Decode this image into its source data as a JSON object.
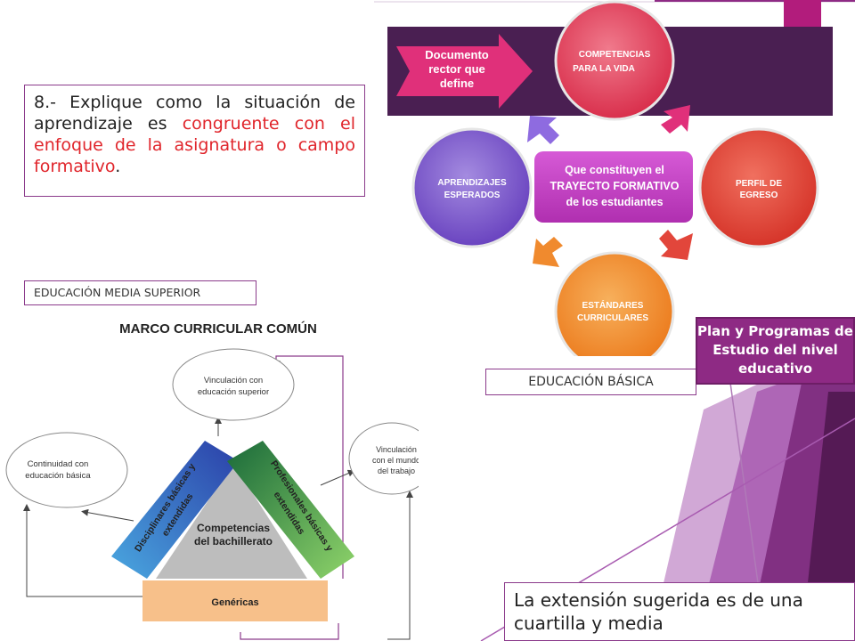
{
  "question": {
    "part1": "8.- Explique como la situación de aprendizaje es ",
    "highlight": "congruente con el enfoque de la asignatura o campo formativo",
    "part2": "."
  },
  "labels": {
    "ems": "EDUCACIÓN  MEDIA SUPERIOR",
    "eb": "EDUCACIÓN  BÁSICA",
    "plan": "Plan y Programas de Estudio del nivel educativo",
    "extension": "La extensión sugerida es de una cuartilla y media"
  },
  "basic_diagram": {
    "arrow_label": [
      "Documento",
      "rector que",
      "define"
    ],
    "competencias": [
      "COMPETENCIAS",
      "PARA LA VIDA"
    ],
    "perfil": [
      "PERFIL DE",
      "EGRESO"
    ],
    "estandares": [
      "ESTÁNDARES",
      "CURRICULARES"
    ],
    "aprendizajes": [
      "APRENDIZAJES",
      "ESPERADOS"
    ],
    "center": [
      "Que constituyen el",
      "TRAYECTO FORMATIVO",
      "de los estudiantes"
    ]
  },
  "mcc_diagram": {
    "title": "MARCO CURRICULAR COMÚN",
    "vinc_sup": [
      "Vinculación con",
      "educación superior"
    ],
    "continuidad": [
      "Continuidad con",
      "educación básica"
    ],
    "vinc_trabajo": [
      "Vinculación",
      "con el mundo",
      "del trabajo"
    ],
    "disciplinares": [
      "Disciplinares básicas y",
      "extendidas"
    ],
    "profesionales": [
      "Profesionales básicas y",
      "extendidas"
    ],
    "competencias": [
      "Competencias",
      "del bachillerato"
    ],
    "genericas": "Genéricas"
  },
  "colors": {
    "accent": "#8e2a84",
    "highlight": "#e0252b",
    "competencias": "#e8425a",
    "perfil": "#e2463b",
    "estandares": "#f08a2e",
    "aprendizajes": "#7a55c9",
    "center": "#c13ac0"
  }
}
